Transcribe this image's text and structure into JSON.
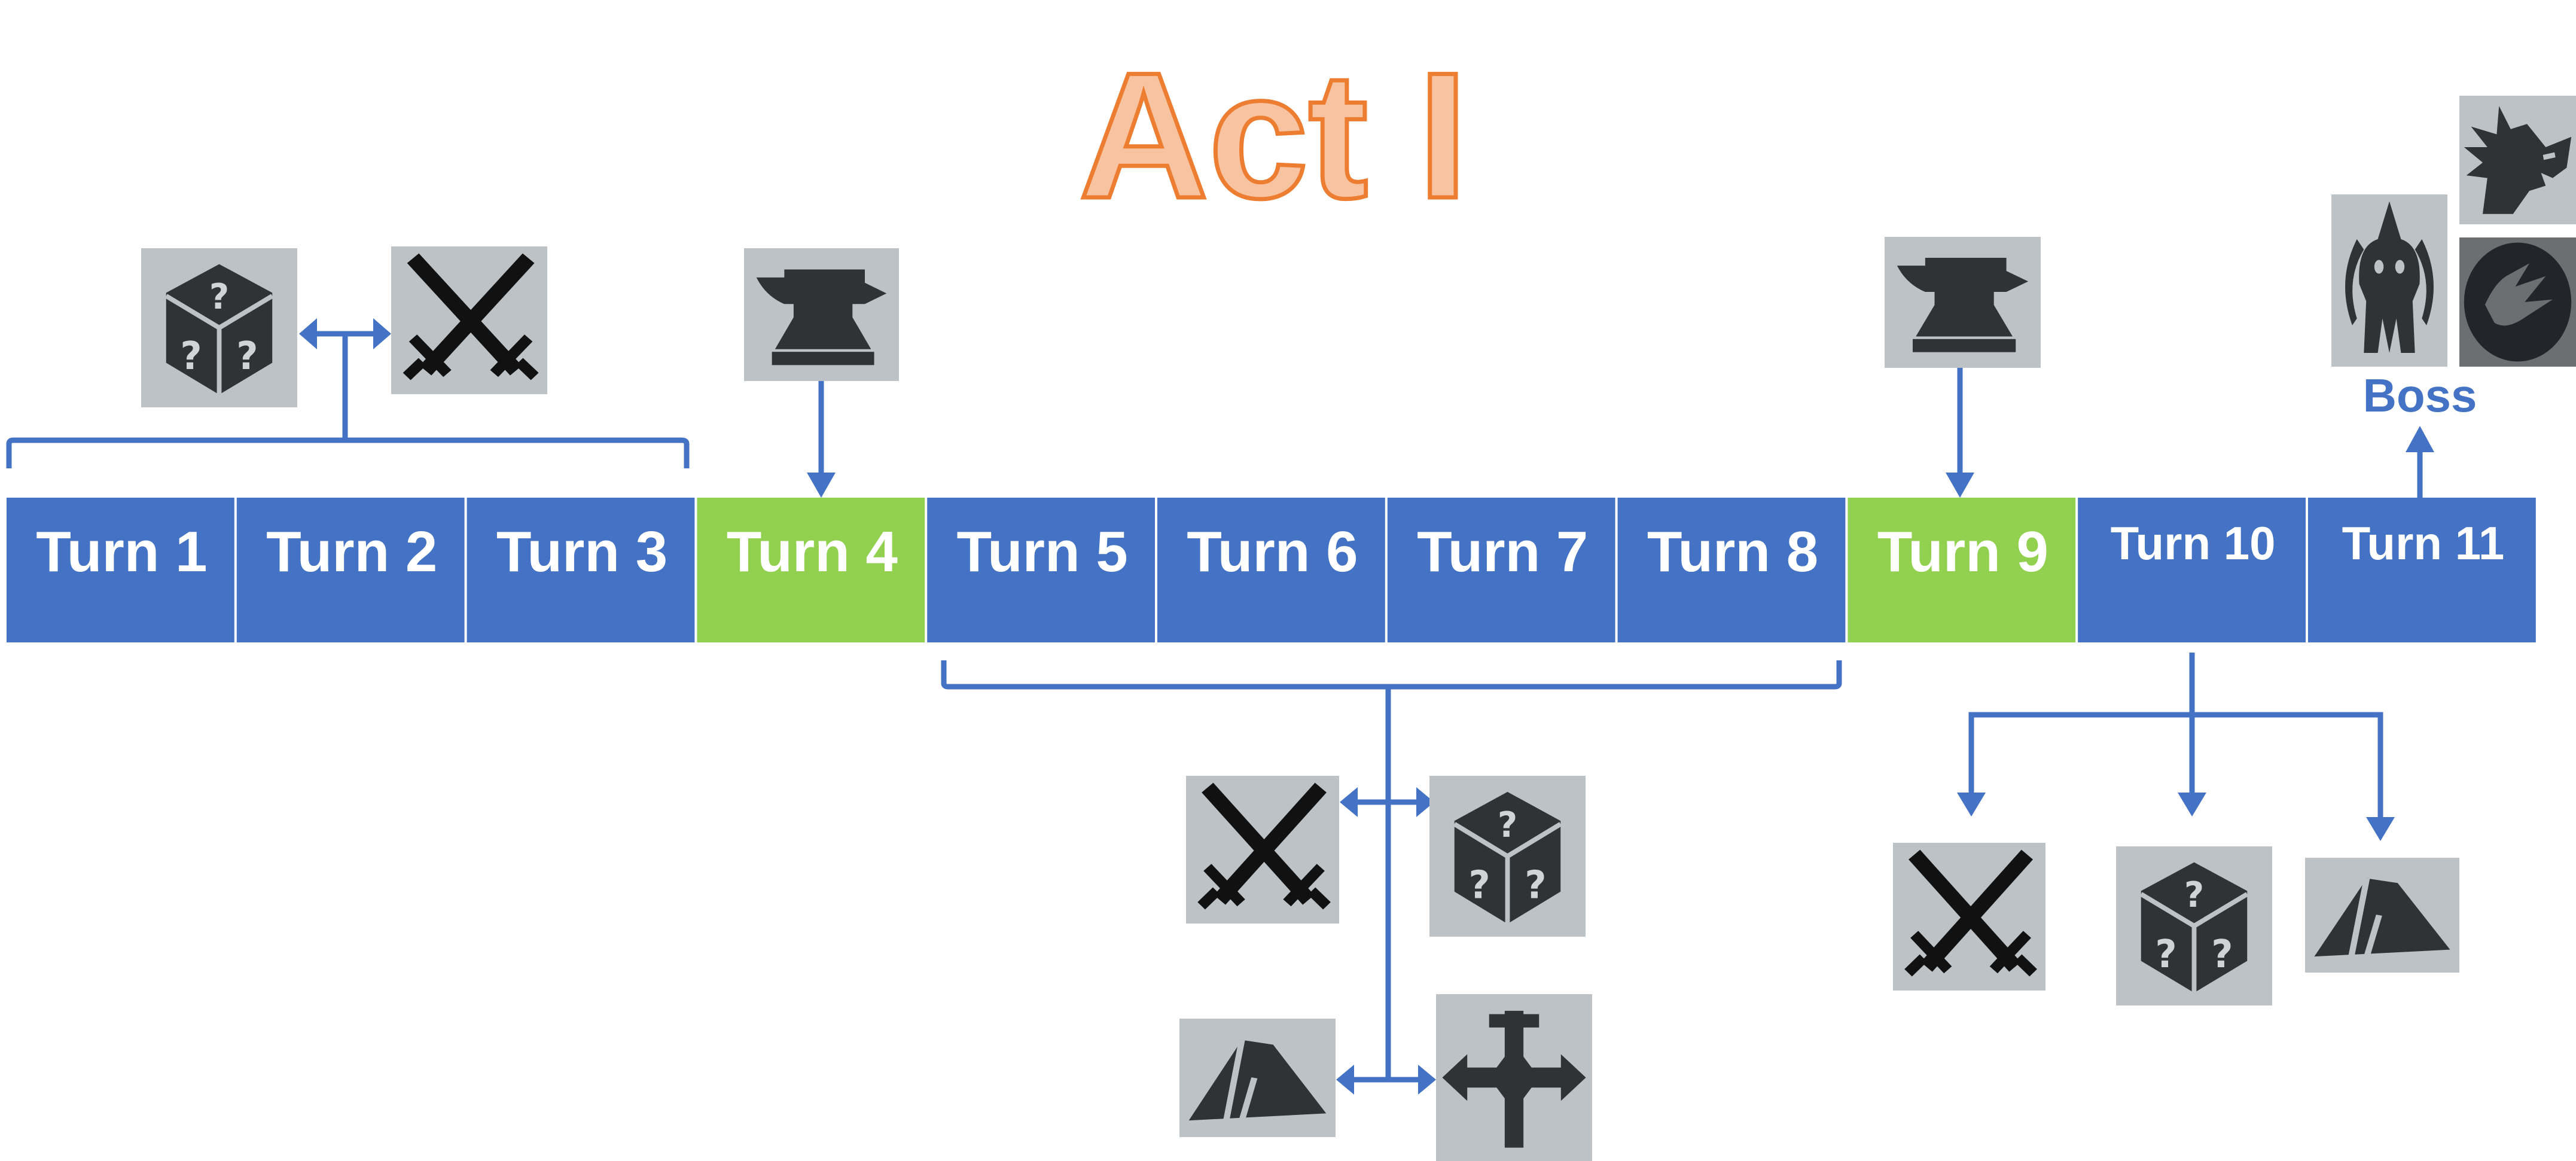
{
  "title": "Act I",
  "colors": {
    "turn_default": "#4472c4",
    "turn_highlight": "#92d050",
    "connector": "#4472c4",
    "title_fill": "#f8c3a0",
    "title_stroke": "#ed7d31",
    "boss_text": "#4472c4"
  },
  "turns": [
    {
      "label": "Turn 1",
      "highlight": false
    },
    {
      "label": "Turn 2",
      "highlight": false
    },
    {
      "label": "Turn 3",
      "highlight": false
    },
    {
      "label": "Turn 4",
      "highlight": true
    },
    {
      "label": "Turn 5",
      "highlight": false
    },
    {
      "label": "Turn 6",
      "highlight": false
    },
    {
      "label": "Turn 7",
      "highlight": false
    },
    {
      "label": "Turn 8",
      "highlight": false
    },
    {
      "label": "Turn 9",
      "highlight": true
    },
    {
      "label": "Turn 10",
      "highlight": false
    },
    {
      "label": "Turn 11",
      "highlight": false
    }
  ],
  "boss_label": "Boss",
  "groups": [
    {
      "turns": "1-3",
      "icons": [
        "mystery-icon",
        "battle-icon"
      ]
    },
    {
      "turns": "4",
      "icons": [
        "anvil-icon"
      ]
    },
    {
      "turns": "5-8",
      "icons": [
        "battle-icon",
        "mystery-icon",
        "camp-icon",
        "crossroads-icon"
      ]
    },
    {
      "turns": "9",
      "icons": [
        "anvil-icon"
      ]
    },
    {
      "turns": "10",
      "icons": [
        "battle-icon",
        "mystery-icon",
        "camp-icon"
      ]
    },
    {
      "turns": "11",
      "icons": [
        "skull-boss-icon",
        "dragon-boss-icon",
        "claw-boss-icon"
      ]
    }
  ]
}
